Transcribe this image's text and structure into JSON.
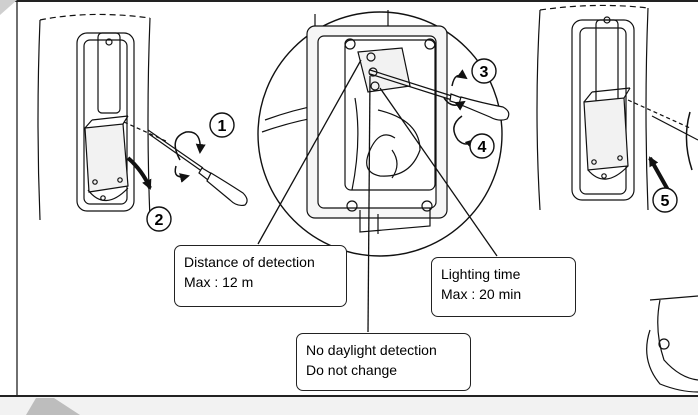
{
  "callouts": {
    "distance": {
      "line1": "Distance of detection",
      "line2": "Max : 12 m"
    },
    "lighting": {
      "line1": "Lighting time",
      "line2": "Max : 20 min"
    },
    "daylight": {
      "line1": "No daylight detection",
      "line2": "Do not change"
    }
  },
  "steps": [
    "1",
    "2",
    "3",
    "4",
    "5"
  ],
  "colors": {
    "line": "#111111",
    "frame": "#222222",
    "bottom_bar": "#aaaaaa",
    "background": "#ffffff"
  }
}
